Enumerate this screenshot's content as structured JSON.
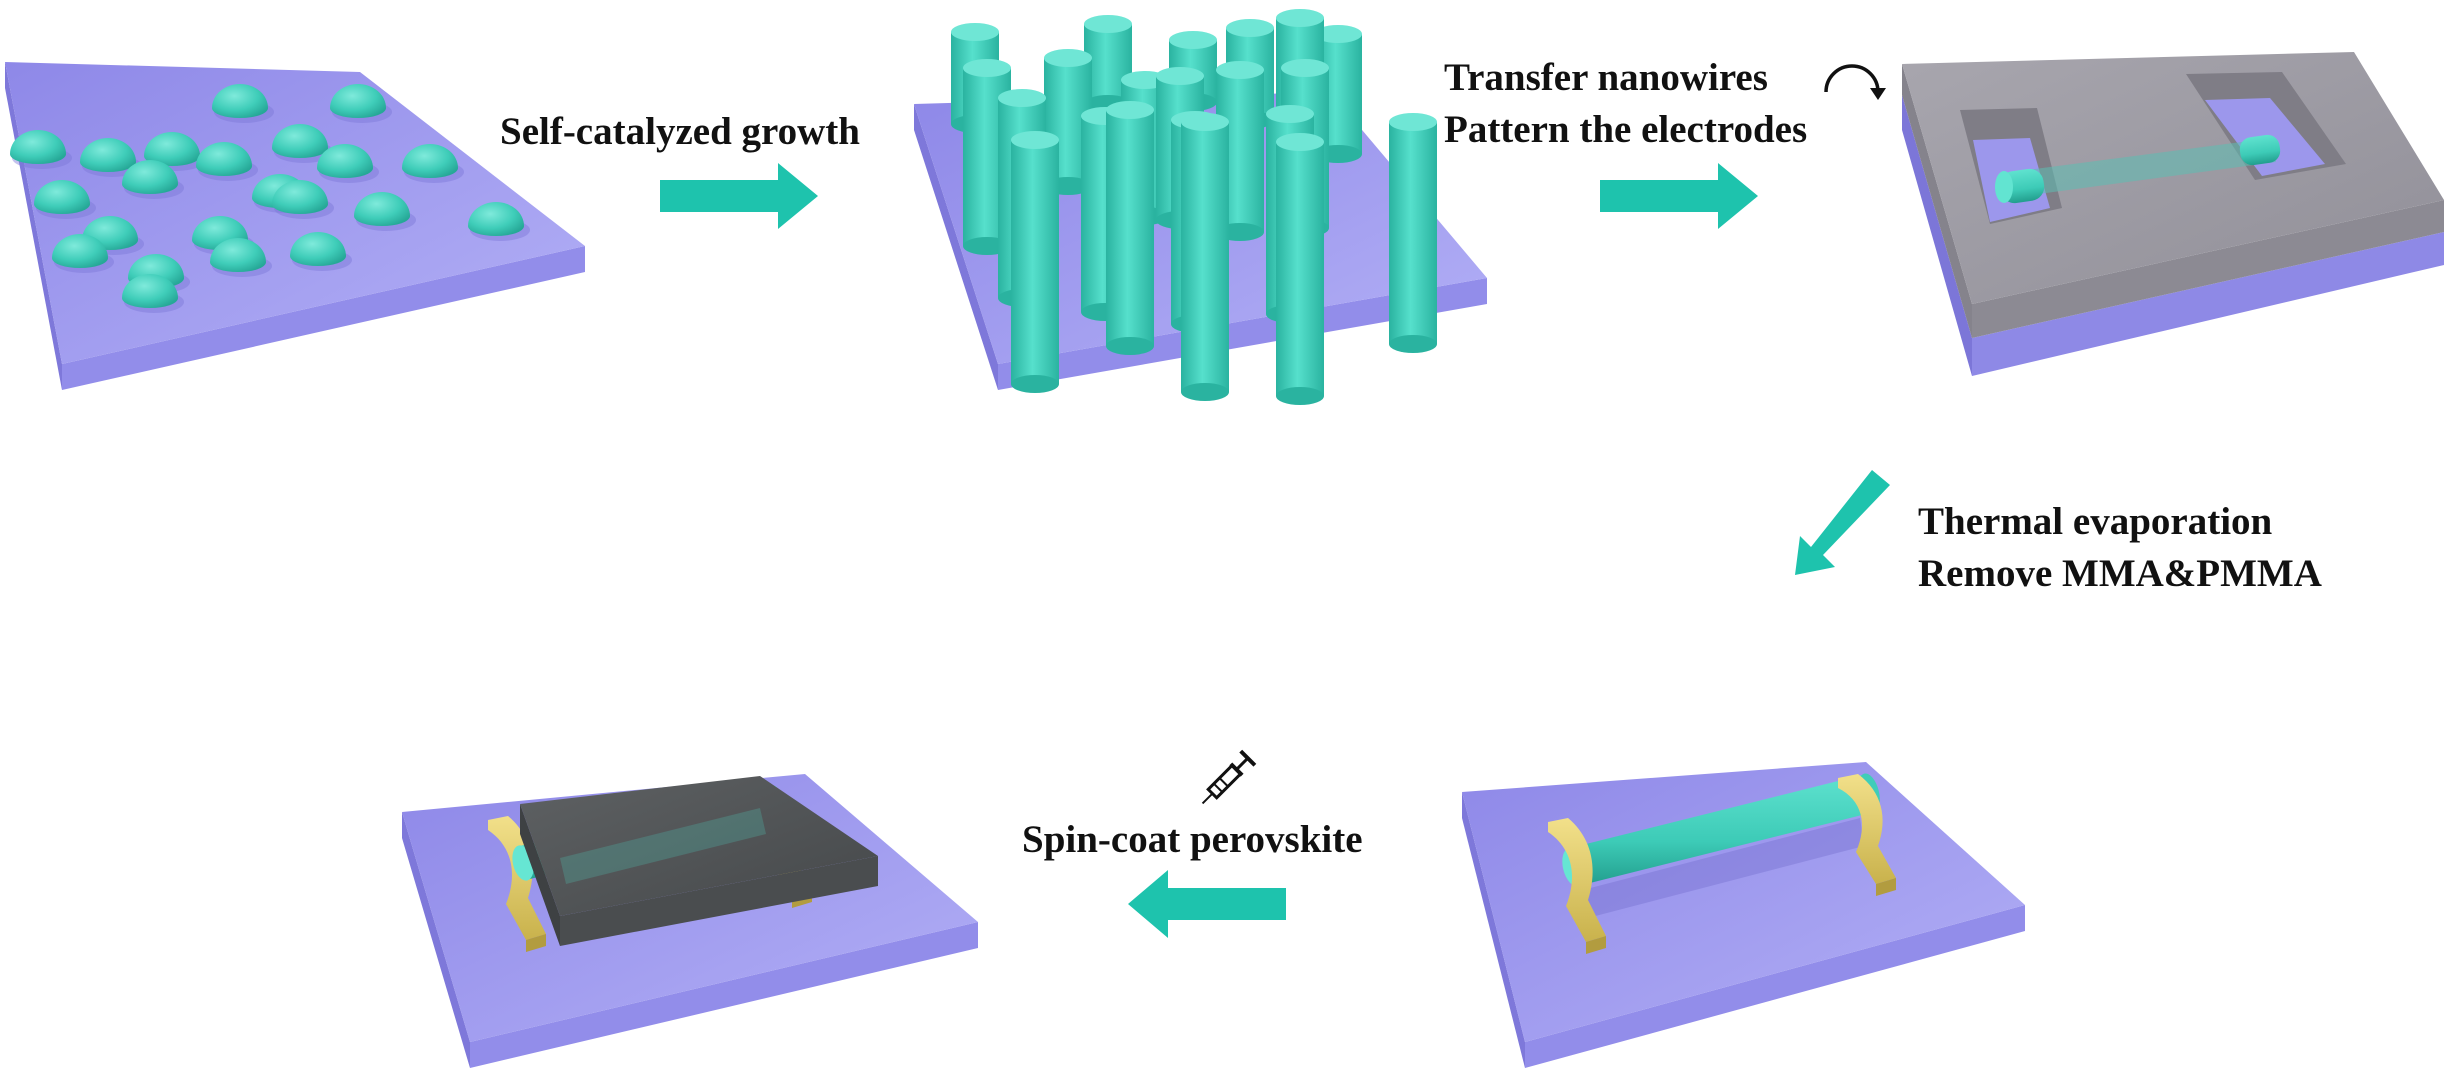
{
  "colors": {
    "substrate_top": "#A7A4F2",
    "substrate_front": "#928DEA",
    "substrate_side": "#7E78DA",
    "nanowire": "#3FCDB9",
    "nanowire_dark": "#23A896",
    "mask": "#9E9CA4",
    "perovskite": "#56595B",
    "electrode": "#E3CF6A",
    "arrow": "#1EC3AD"
  },
  "steps": {
    "growth": "Self-catalyzed growth",
    "transfer": "Transfer nanowires",
    "pattern": "Pattern the electrodes",
    "evaporation": "Thermal evaporation",
    "remove": "Remove MMA&PMMA",
    "spincoat": "Spin-coat perovskite"
  },
  "icons": [
    "rotate-icon",
    "syringe-icon"
  ]
}
